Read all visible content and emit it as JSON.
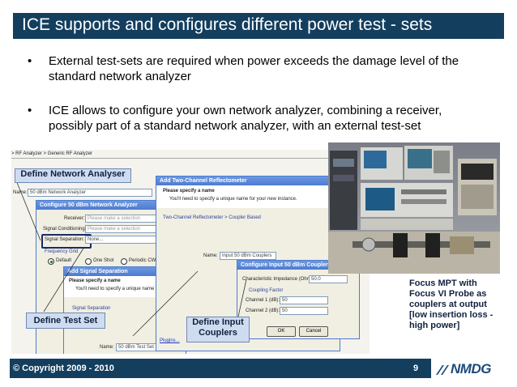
{
  "slide": {
    "title": "ICE supports  and configures different power test - sets",
    "bullets": [
      {
        "line1": "External test-sets are required when power exceeds the damage level of the",
        "line2": "standard network analyzer"
      },
      {
        "line1": "ICE allows to configure your own network analyzer, combining a receiver,",
        "line2": "possibly part of a standard network analyzer, with an external test-set"
      }
    ],
    "bullet_symbol": "•",
    "copyright": "© Copyright 2009 - 2010",
    "page_number": "9",
    "logo_text": "NMDG",
    "photo_caption": [
      "Focus MPT with",
      "Focus VI Probe as",
      "couplers at output",
      "[low insertion loss -",
      "high power]"
    ]
  },
  "callouts": {
    "define_network_analyser": "Define Network Analyser",
    "define_test_set": "Define Test Set",
    "define_input_couplers_1": "Define Input",
    "define_input_couplers_2": "Couplers"
  },
  "screens": {
    "breadcrumb": "> RF Analyzer > Generic RF Analyzer",
    "name_label": "Name:",
    "name_value": "50 dBm Network Analyzer",
    "configure_na_title": "Configure 50 dBm Network Analyzer",
    "receiver_label": "Receiver:",
    "receiver_placeholder": "Please make a selection",
    "signal_cond_label": "Signal Conditioning:",
    "signal_cond_placeholder": "Please make a selection",
    "signal_sep_label": "Signal Separation:",
    "signal_sep_value": "None...",
    "freq_grid_label": "Frequency Grid",
    "radio_default": "Default",
    "radio_one_shot": "One Shot",
    "radio_periodic": "Periodic CW",
    "add_signal_sep_title": "Add Signal Separation",
    "please_specify": "Please specify a name",
    "need_unique": "You'll need to specify a unique name for",
    "signal_separation_label": "Signal Separation",
    "test_set_name_label": "Name:",
    "test_set_name_value": "50 dBm Test Set",
    "two_channel_title": "Add Two-Channel Reflectometer",
    "two_channel_specify": "Please specify a name",
    "two_channel_unique": "You'll need to specify a unique name for your new instance.",
    "two_channel_breadcrumb": "Two-Channel Reflectometer > Coupler Based",
    "two_channel_name_label": "Name:",
    "two_channel_name_value": "Input 50 dBm Couplers",
    "plugins_link": "Plugins...",
    "configure_input_title": "Configure Input 50 dBm Couplers",
    "char_impedance_label": "Characteristic Impedance (Ohm):",
    "char_impedance_value": "50.0",
    "coupling_factor_label": "Coupling Factor",
    "channel1_label": "Channel 1 (dB):",
    "channel1_value": "50",
    "channel2_label": "Channel 2 (dB):",
    "channel2_value": "50",
    "ok_label": "OK",
    "cancel_label": "Cancel"
  },
  "colors": {
    "title_bar": "#143e5e",
    "callout_bg": "#cfdcf0",
    "window_title": "#4d7bd0"
  }
}
